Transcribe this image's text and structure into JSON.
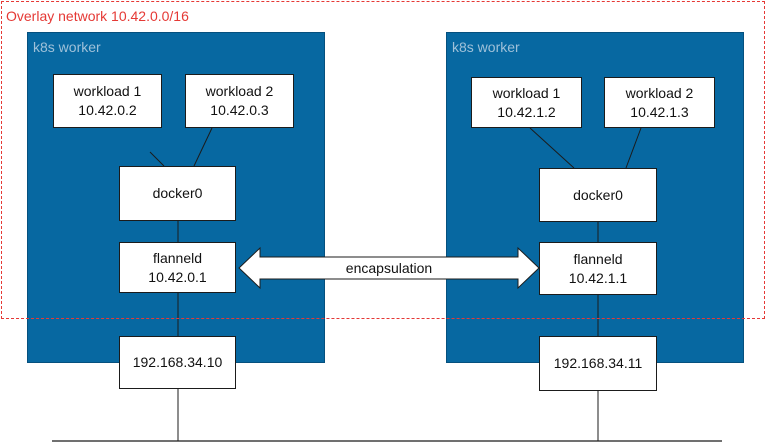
{
  "overlay": {
    "title": "Overlay network 10.42.0.0/16"
  },
  "workers": [
    {
      "label": "k8s worker",
      "workload1": {
        "name": "workload 1",
        "ip": "10.42.0.2"
      },
      "workload2": {
        "name": "workload 2",
        "ip": "10.42.0.3"
      },
      "bridge": "docker0",
      "flannel": {
        "name": "flanneld",
        "ip": "10.42.0.1"
      },
      "host_ip": "192.168.34.10"
    },
    {
      "label": "k8s worker",
      "workload1": {
        "name": "workload 1",
        "ip": "10.42.1.2"
      },
      "workload2": {
        "name": "workload 2",
        "ip": "10.42.1.3"
      },
      "bridge": "docker0",
      "flannel": {
        "name": "flanneld",
        "ip": "10.42.1.1"
      },
      "host_ip": "192.168.34.11"
    }
  ],
  "tunnel": {
    "label": "encapsulation"
  },
  "colors": {
    "worker": "#0768a1",
    "overlay_border": "#e53935",
    "box_border": "#1b1b1b"
  }
}
